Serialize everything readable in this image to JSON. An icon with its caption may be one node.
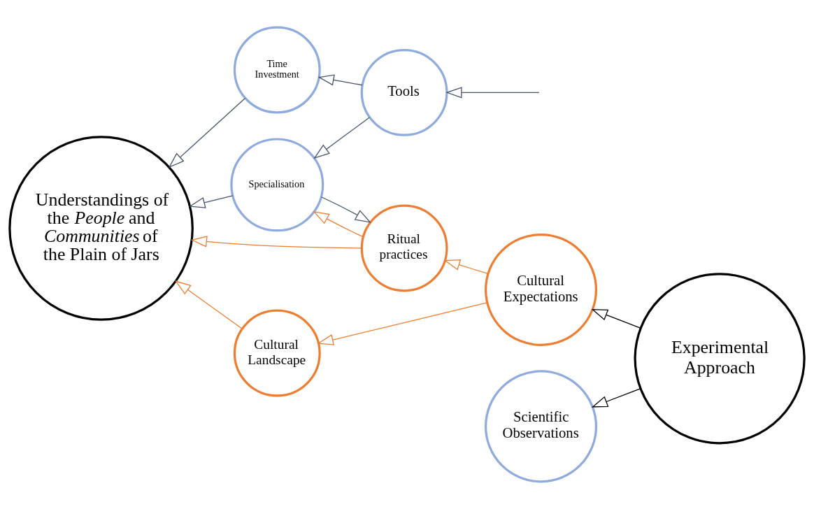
{
  "diagram": {
    "nodes": [
      {
        "text": [
          "Understandings of the *People* and *Communities* of the Plain of Jars"
        ]
      },
      {
        "text": [
          "Cultural Landscape"
        ]
      },
      {
        "text": [
          "Cultural Expectations"
        ]
      },
      {
        "text": [
          "Ritual practices"
        ]
      },
      {
        "text": [
          "Experimental Approach"
        ]
      },
      {
        "text": [
          "Specialisation"
        ]
      },
      {
        "text": [
          "Time Investment"
        ]
      },
      {
        "text": [
          "Tools"
        ]
      },
      {
        "text": [
          "Scientific Observations"
        ]
      }
    ],
    "edges": [
      {
        "from": 2,
        "to": 1,
        "arrow": "to",
        "color": "#ed7d31"
      },
      {
        "from": 2,
        "to": 3,
        "arrow": "to",
        "color": "#ed7d31"
      },
      {
        "from": 1,
        "to": 0,
        "arrow": "to",
        "color": "#ed7d31"
      },
      {
        "from": 3,
        "to": 0,
        "arrow": "to",
        "color": "#ed7d31"
      },
      {
        "from": 3,
        "to": 5,
        "arrow": "to",
        "color": "#ed7d31"
      },
      {
        "from": 5,
        "to": 3,
        "arrow": "to"
      },
      {
        "from": 5,
        "to": 0,
        "arrow": "to"
      },
      {
        "from": 6,
        "to": 0,
        "arrow": "to"
      },
      {
        "from": 7,
        "to": 6,
        "arrow": "to"
      },
      {
        "from": 7,
        "to": 5,
        "arrow": "to"
      },
      {
        "from": 4,
        "to": 2,
        "arrow": "to",
        "color": "#000000"
      },
      {
        "from": 4,
        "to": 8,
        "arrow": "to",
        "color": "#000000"
      },
      {
        "from": null,
        "to": 7,
        "arrow": "to"
      }
    ]
  }
}
